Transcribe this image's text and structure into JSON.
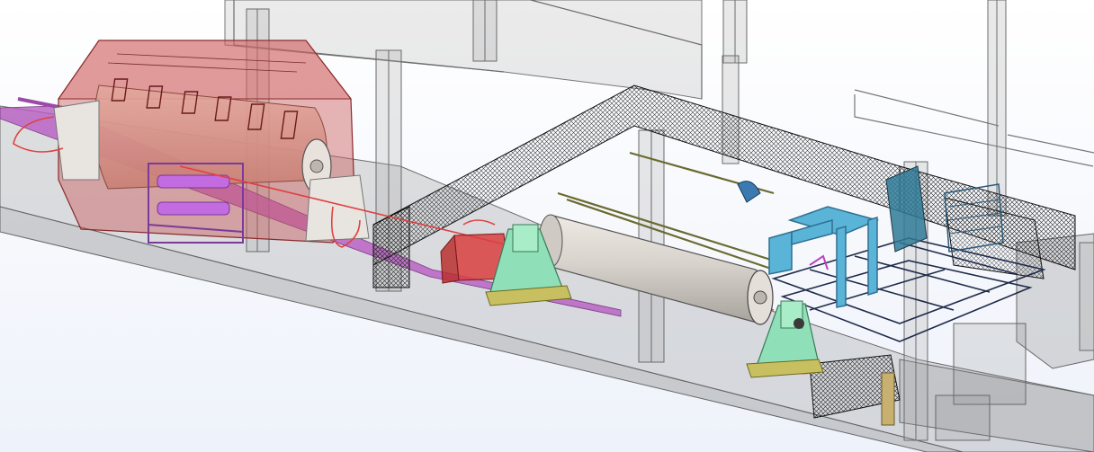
{
  "viewport": {
    "view_mode": "3d-isometric-transparent",
    "background_top": "#ffffff",
    "background_bottom": "#eef2fa"
  },
  "scene": {
    "objects": [
      {
        "name": "building-shell",
        "color": "#9c9c9c"
      },
      {
        "name": "structural-columns",
        "color": "#a9a9a9"
      },
      {
        "name": "oven-enclosure",
        "color": "#c95a5a"
      },
      {
        "name": "oven-drum",
        "color": "#d98f85"
      },
      {
        "name": "hydraulic-cylinder-rack",
        "color": "#c36be0"
      },
      {
        "name": "safety-fence",
        "color": "#222222"
      },
      {
        "name": "cylinder-vessel",
        "color": "#d8d2cc"
      },
      {
        "name": "support-stand-left",
        "color": "#8fe0b8"
      },
      {
        "name": "support-stand-right",
        "color": "#8fe0b8"
      },
      {
        "name": "drive-unit",
        "color": "#d84040"
      },
      {
        "name": "gantry-frame",
        "color": "#5ab4d8"
      },
      {
        "name": "lifting-rack",
        "color": "#2f7a96"
      },
      {
        "name": "floor-rail",
        "color": "#b85cc2"
      },
      {
        "name": "track-rails",
        "color": "#7a7a40"
      },
      {
        "name": "power-cable",
        "color": "#e04040"
      },
      {
        "name": "steel-platform",
        "color": "#2b3d66"
      }
    ]
  }
}
